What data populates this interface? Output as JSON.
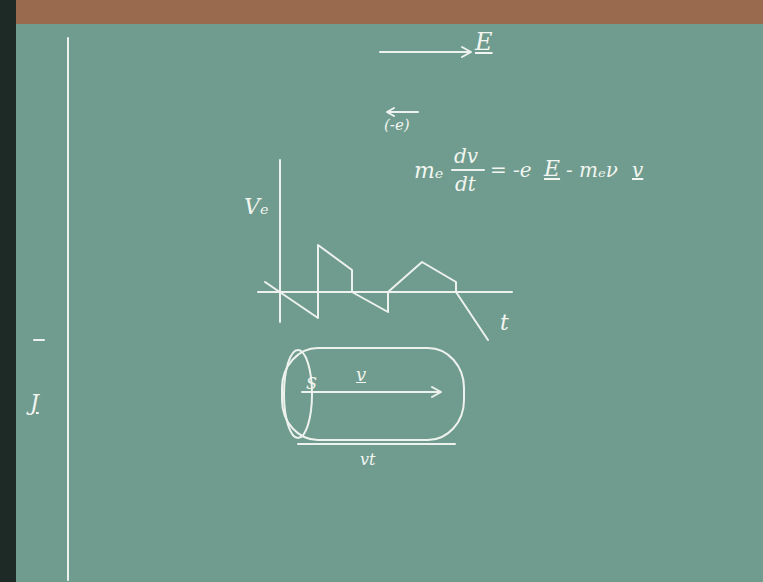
{
  "diagram": {
    "labels": [
      "E",
      "(-e)",
      "mₑ",
      "dv",
      "dt",
      "= -e",
      "E",
      "- mₑν",
      "v",
      "Vₑ",
      "t",
      "S",
      "v",
      "vt",
      "J"
    ]
  }
}
